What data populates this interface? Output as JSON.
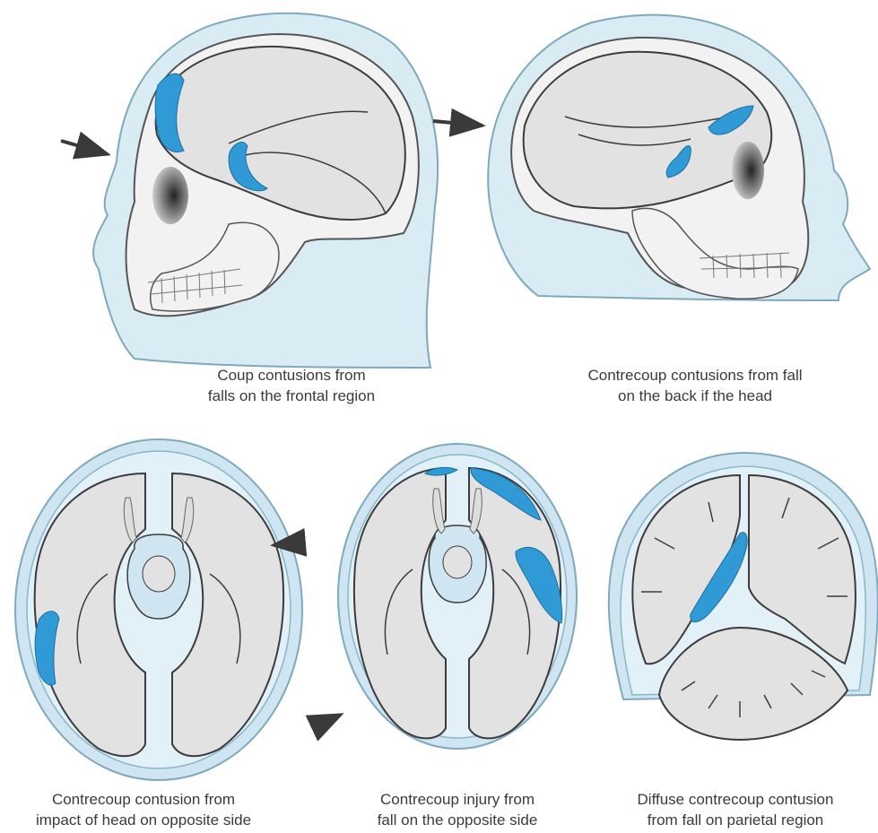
{
  "colors": {
    "skin": "#d9ecf4",
    "skin_outline": "#7fa9bc",
    "bone": "#f2f2f2",
    "bone_outline": "#555555",
    "brain": "#e2e2e2",
    "brain_outline": "#3c3c3c",
    "contusion": "#2f9ad6",
    "arrow": "#3a3a3a",
    "text": "#3a3a3a"
  },
  "panels": [
    {
      "id": "coup-frontal",
      "caption": [
        "Coup contusions from",
        "falls on the frontal region"
      ]
    },
    {
      "id": "contrecoup-back",
      "caption": [
        "Contrecoup contusions from fall",
        "on the back if the head"
      ]
    },
    {
      "id": "contrecoup-side-impact",
      "caption": [
        "Contrecoup contusion from",
        "impact of head on opposite side"
      ]
    },
    {
      "id": "contrecoup-opposite-fall",
      "caption": [
        "Contrecoup injury from",
        "fall on the opposite side"
      ]
    },
    {
      "id": "diffuse-parietal",
      "caption": [
        "Diffuse contrecoup contusion",
        "from fall on parietal region"
      ]
    }
  ]
}
